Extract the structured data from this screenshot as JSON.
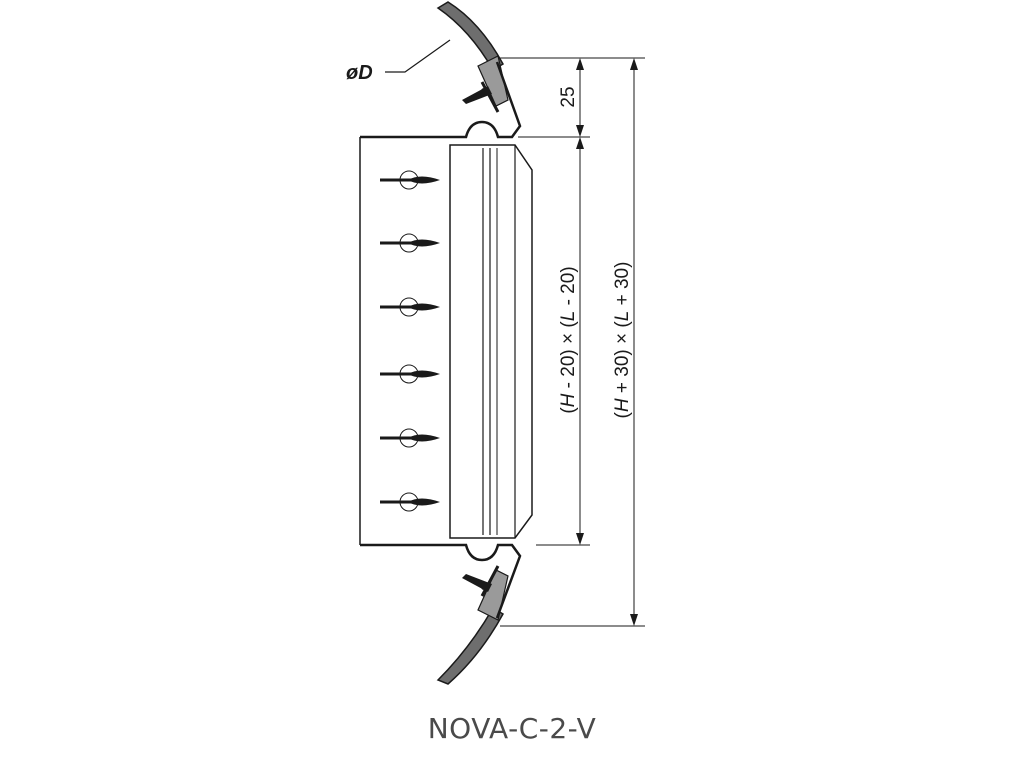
{
  "labels": {
    "diameter": "øD",
    "collar_height": "25",
    "inner_size_parts": [
      "(",
      "H",
      " - 20) × (",
      "L",
      " - 20)"
    ],
    "outer_size_parts": [
      "(",
      "H",
      " + 30) × (",
      "L",
      " + 30)"
    ]
  },
  "caption": "NOVA-C-2-V",
  "colors": {
    "line": "#1a1a1a",
    "duct_wall": "#6e6e6e",
    "seal": "#9a9a9a",
    "caption": "#4a4a4a"
  }
}
